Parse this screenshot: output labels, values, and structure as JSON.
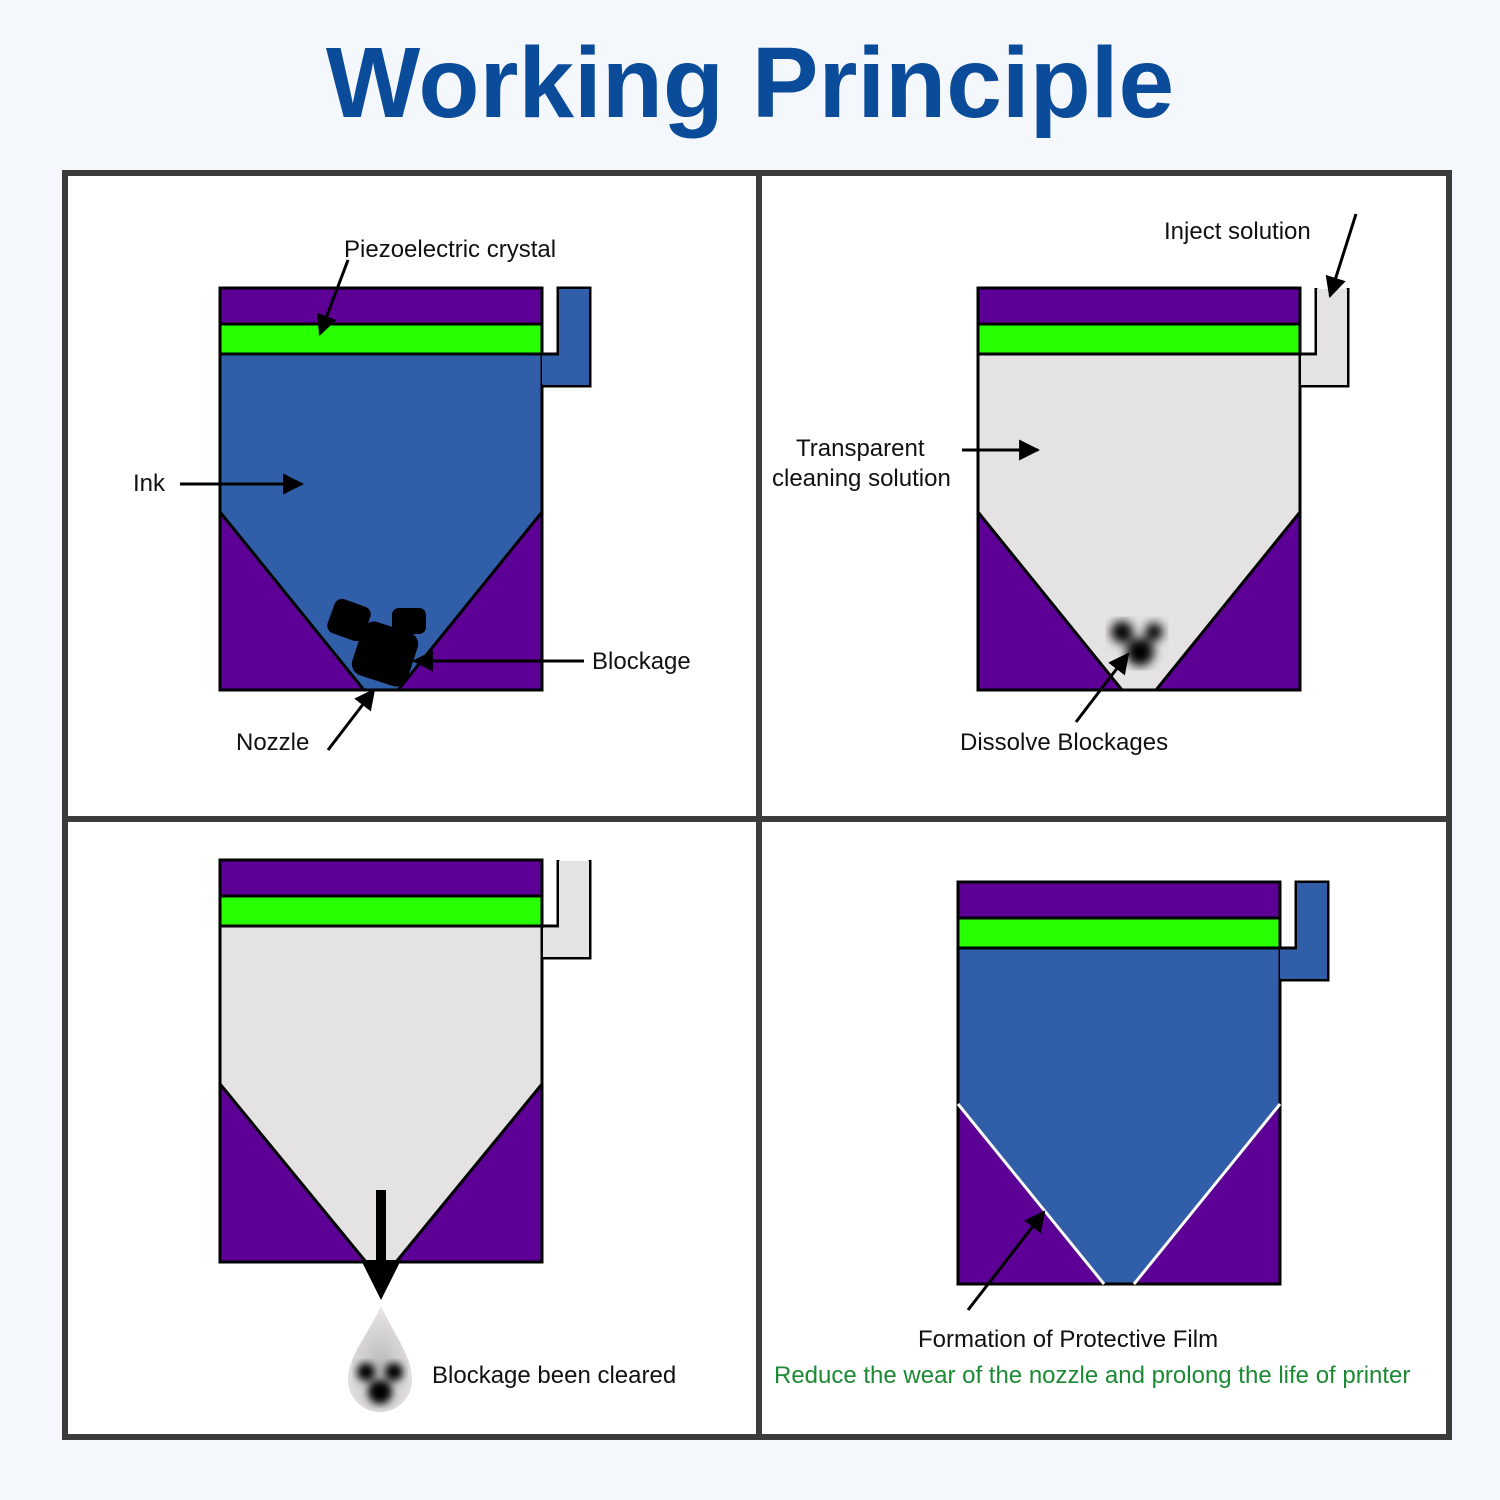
{
  "title": "Working Principle",
  "colors": {
    "title": "#0a4c9a",
    "housing": "#5c0096",
    "crystal": "#28ff00",
    "ink": "#305ea8",
    "cleaning_solution": "#e4e2e3",
    "blockage": "#000000",
    "note_green": "#1c8a33",
    "frame": "#3b3b3b"
  },
  "panels": {
    "p1": {
      "label_crystal": "Piezoelectric crystal",
      "label_ink": "Ink",
      "label_blockage": "Blockage",
      "label_nozzle": "Nozzle"
    },
    "p2": {
      "label_inject": "Inject solution",
      "label_solution_line1": "Transparent",
      "label_solution_line2": "cleaning solution",
      "label_dissolve": "Dissolve Blockages"
    },
    "p3": {
      "label_cleared": "Blockage been cleared"
    },
    "p4": {
      "label_film": "Formation of Protective Film",
      "label_note": "Reduce the wear of the nozzle and prolong the life of printer"
    }
  }
}
